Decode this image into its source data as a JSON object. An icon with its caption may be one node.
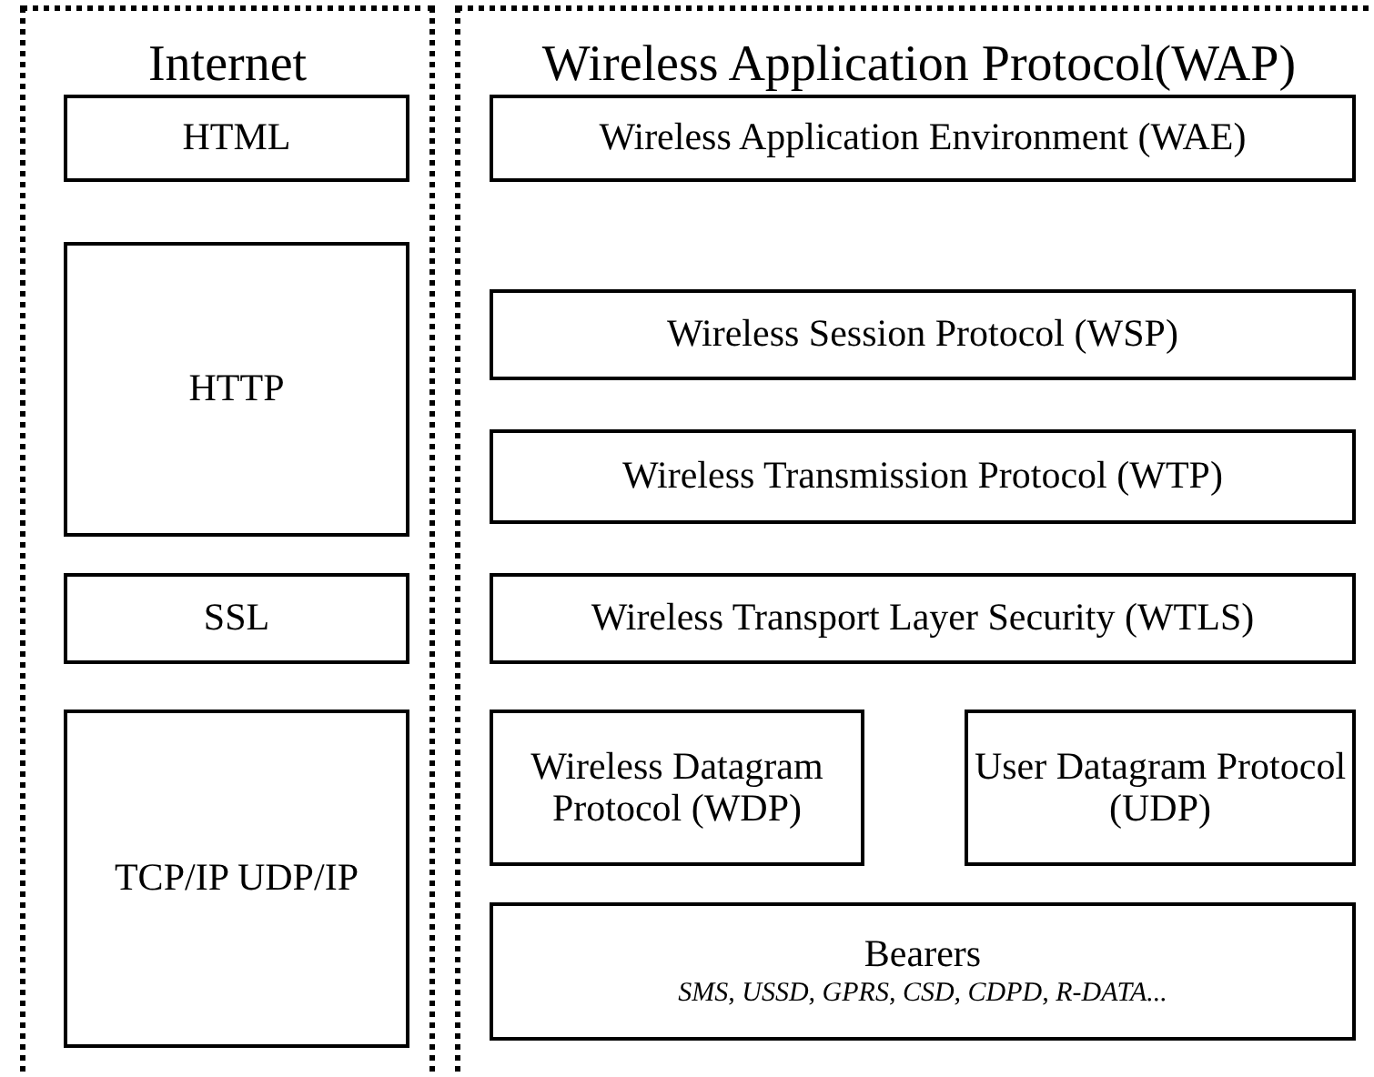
{
  "diagram": {
    "nodes": [
      {
        "text": [
          "Internet"
        ]
      },
      {
        "text": [
          "HTML"
        ],
        "in": 0
      },
      {
        "text": [
          "HTTP"
        ],
        "in": 0
      },
      {
        "text": [
          "SSL"
        ],
        "in": 0
      },
      {
        "text": [
          "TCP/IP UDP/IP"
        ],
        "in": 0
      },
      {
        "text": [
          "Wireless Application Protocol(WAP)"
        ]
      },
      {
        "text": [
          "Wireless Application Environment (WAE)"
        ],
        "in": 5
      },
      {
        "text": [
          "Wireless Session Protocol (WSP)"
        ],
        "in": 5
      },
      {
        "text": [
          "Wireless Transmission Protocol (WTP)"
        ],
        "in": 5
      },
      {
        "text": [
          "Wireless Transport Layer Security (WTLS)"
        ],
        "in": 5
      },
      {
        "text": [
          "Wireless Datagram Protocol (WDP)"
        ],
        "in": 5
      },
      {
        "text": [
          "User Datagram Protocol (UDP)"
        ],
        "in": 5
      },
      {
        "text": [
          "Bearers",
          "SMS, USSD, GPRS, CSD, CDPD, R-DATA..."
        ],
        "in": 5
      }
    ]
  }
}
